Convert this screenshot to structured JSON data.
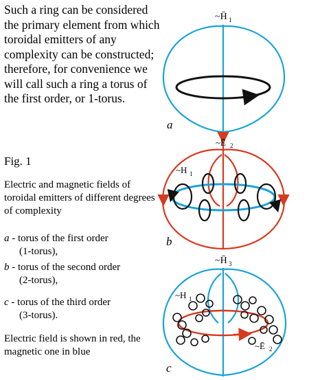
{
  "text": {
    "intro": "Such a ring can be considered the primary element from which toroidal emitters of any complexity can be constructed; therefore, for convenience we will call such a ring a torus of the first order, or 1-torus.",
    "fig_title": "Fig. 1",
    "caption": "Electric and magnetic fields of toroidal emitters of different degrees of complexity",
    "items": [
      {
        "label": "a",
        "text": " - torus of the first order",
        "sub": "(1-torus),"
      },
      {
        "label": "b",
        "text": " - torus of the second order",
        "sub": "(2-torus),"
      },
      {
        "label": "c",
        "text": " - torus of the third order",
        "sub": "(3-torus)."
      }
    ],
    "note": "Electric field is shown in red, the magnetic one in blue"
  },
  "figure": {
    "a": {
      "letter": "a",
      "h_label": "~H̄",
      "h_sub": "1"
    },
    "b": {
      "letter": "b",
      "e_label": "~Ē",
      "e_sub": "2",
      "h_label": "~H",
      "h_sub": "1"
    },
    "c": {
      "letter": "c",
      "h3_label": "~H̄",
      "h3_sub": "3",
      "h1_label": "~H",
      "h1_sub": "1",
      "e_label": "~Ē",
      "e_sub": "2"
    }
  },
  "colors": {
    "magnetic": "#1aa3d9",
    "electric": "#d63a1f",
    "ring": "#111111",
    "text": "#000000"
  }
}
